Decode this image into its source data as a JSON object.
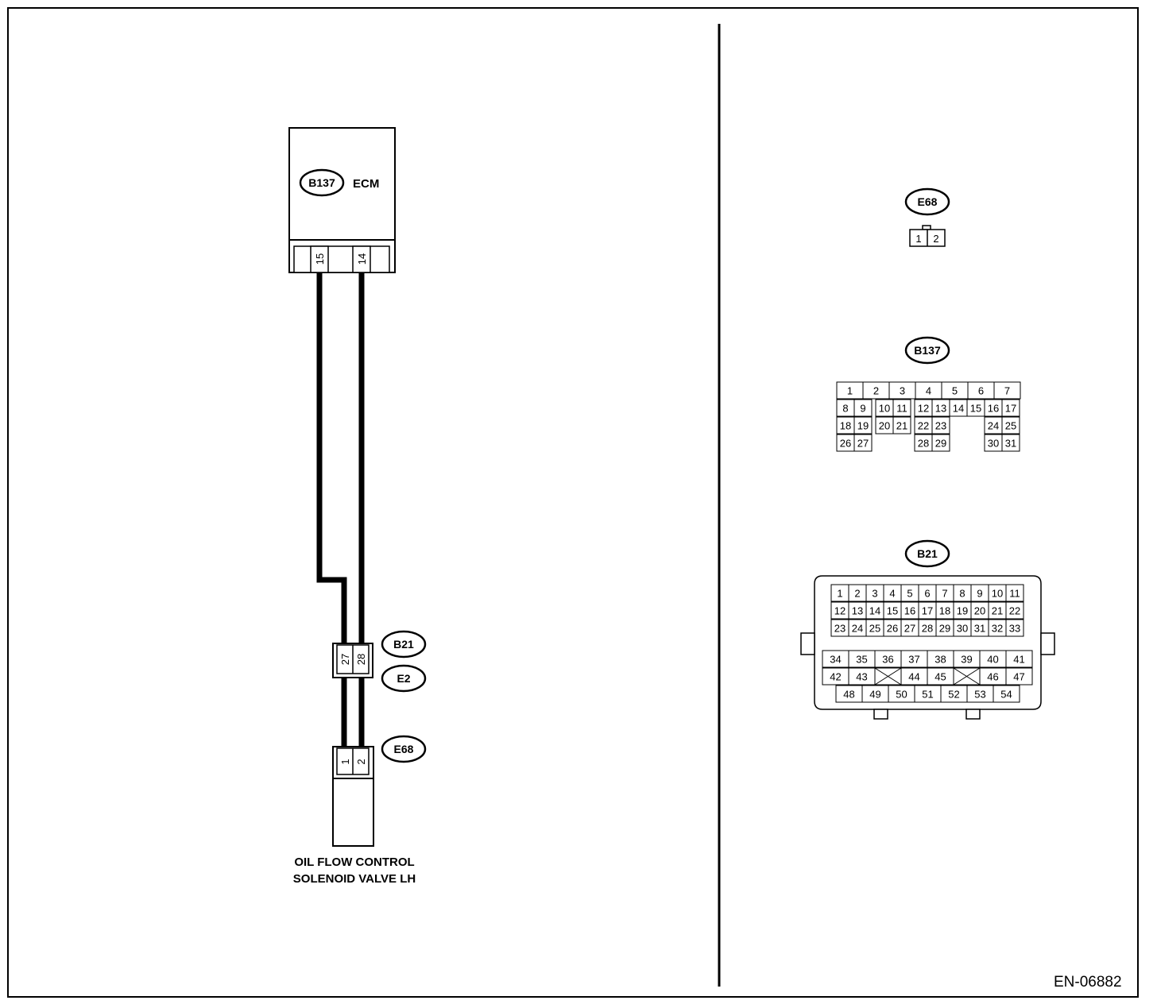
{
  "wiring": {
    "ecm": {
      "connector": "B137",
      "label": "ECM",
      "pins": [
        "15",
        "14"
      ]
    },
    "junction": {
      "connectors": [
        "B21",
        "E2"
      ],
      "pins": [
        "27",
        "28"
      ]
    },
    "solenoid": {
      "connector": "E68",
      "pins": [
        "1",
        "2"
      ],
      "label_line1": "OIL FLOW CONTROL",
      "label_line2": "SOLENOID VALVE LH"
    }
  },
  "connectors": {
    "e68": {
      "name": "E68",
      "pins": [
        "1",
        "2"
      ]
    },
    "b137": {
      "name": "B137",
      "pins": [
        "1",
        "2",
        "3",
        "4",
        "5",
        "6",
        "7",
        "8",
        "9",
        "10",
        "11",
        "12",
        "13",
        "14",
        "15",
        "16",
        "17",
        "18",
        "19",
        "20",
        "21",
        "22",
        "23",
        "24",
        "25",
        "26",
        "27",
        "28",
        "29",
        "30",
        "31"
      ]
    },
    "b21": {
      "name": "B21",
      "pins": [
        "1",
        "2",
        "3",
        "4",
        "5",
        "6",
        "7",
        "8",
        "9",
        "10",
        "11",
        "12",
        "13",
        "14",
        "15",
        "16",
        "17",
        "18",
        "19",
        "20",
        "21",
        "22",
        "23",
        "24",
        "25",
        "26",
        "27",
        "28",
        "29",
        "30",
        "31",
        "32",
        "33",
        "34",
        "35",
        "36",
        "37",
        "38",
        "39",
        "40",
        "41",
        "42",
        "43",
        "44",
        "45",
        "46",
        "47",
        "48",
        "49",
        "50",
        "51",
        "52",
        "53",
        "54"
      ]
    }
  },
  "figure_code": "EN-06882"
}
